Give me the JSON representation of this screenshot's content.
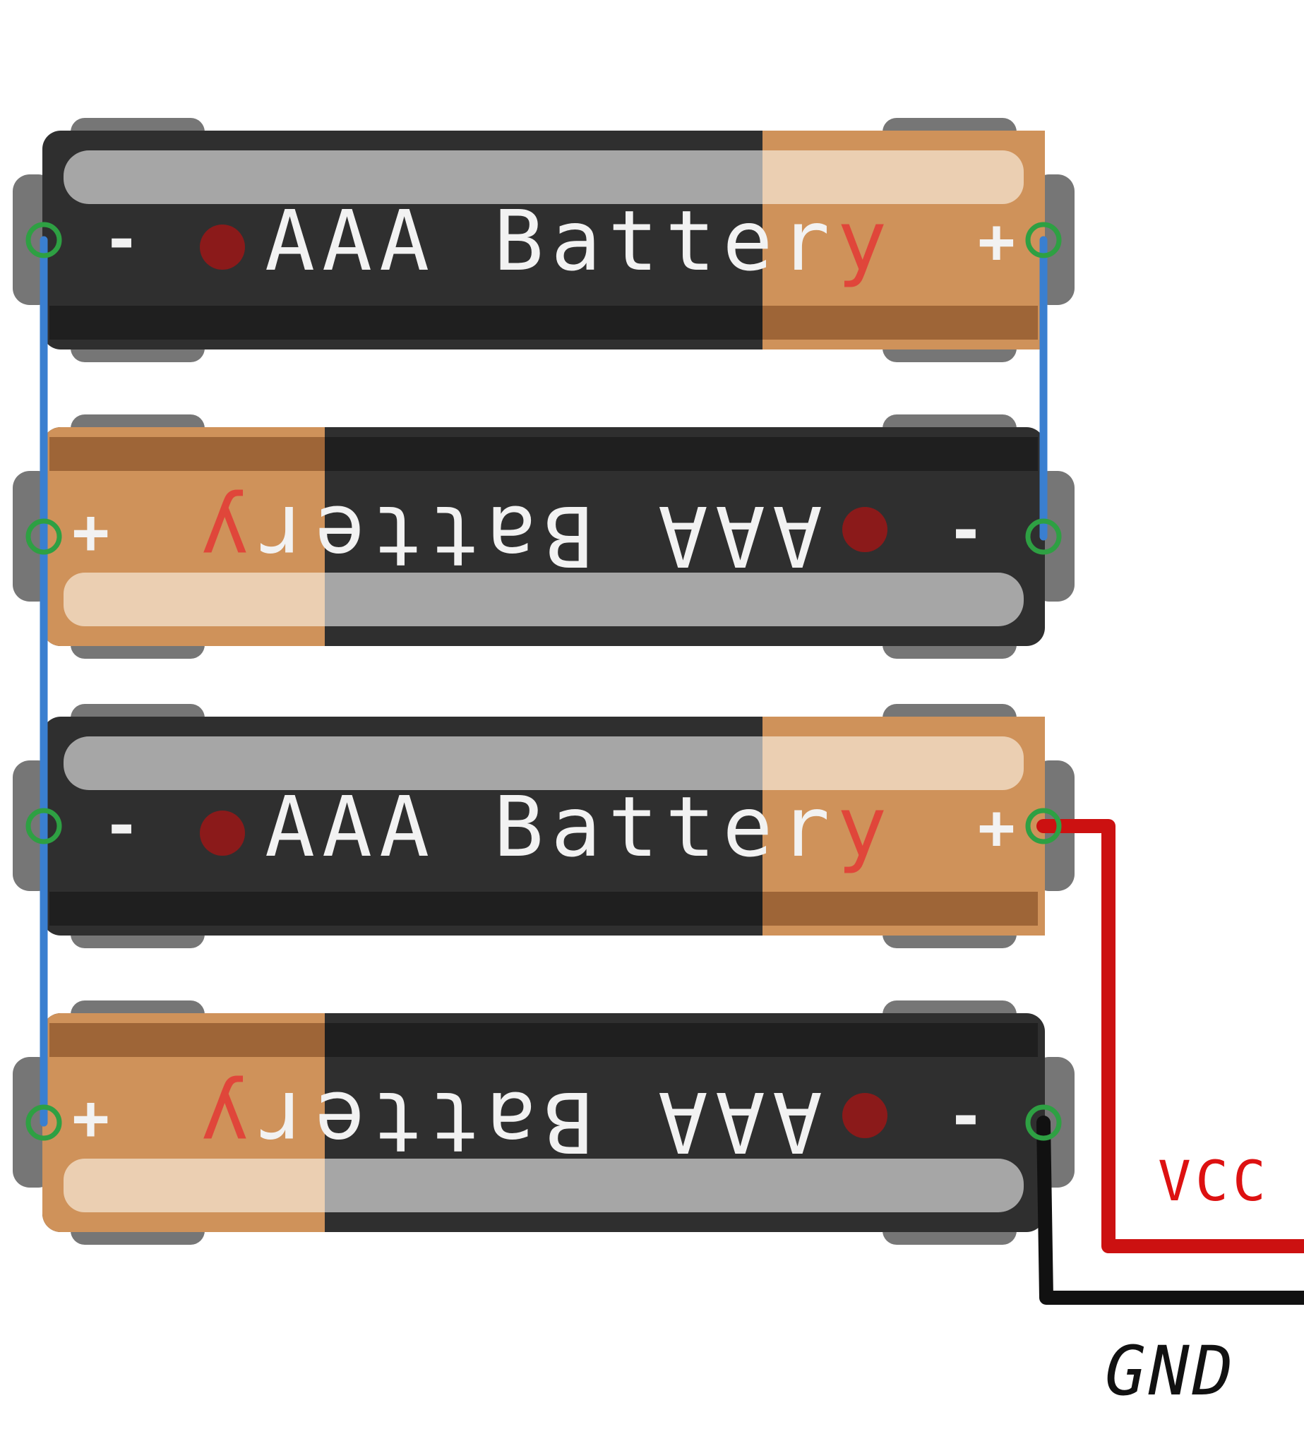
{
  "diagram": {
    "colors": {
      "background": "#ffffff",
      "battery_black": "#2f2f2f",
      "battery_black_dark": "#1f1f1f",
      "battery_copper": "#cf925a",
      "battery_copper_light": "#ebcfb2",
      "battery_copper_dark": "#9e6537",
      "battery_gray_band": "#a6a6a6",
      "terminal_gray": "#767676",
      "label_text": "#f2f2f2",
      "label_text_on_copper": "#e0463a",
      "polarity_dot": "#8b1a1a",
      "pin_green": "#2ea043",
      "wire_series": "#3a7fd0",
      "wire_vcc": "#cc1111",
      "wire_gnd": "#111111",
      "vcc_label": "#dd1111",
      "gnd_label": "#111111"
    },
    "batteries": [
      {
        "id": "battery-1",
        "orientation": "normal",
        "label": "AAA Battery",
        "label_main": "AAA Batter",
        "label_end": "y",
        "minus": "-",
        "plus": "+"
      },
      {
        "id": "battery-2",
        "orientation": "flipped",
        "label": "AAA Battery",
        "label_main": "AAA Batter",
        "label_end": "y",
        "minus": "-",
        "plus": "+"
      },
      {
        "id": "battery-3",
        "orientation": "normal",
        "label": "AAA Battery",
        "label_main": "AAA Batter",
        "label_end": "y",
        "minus": "-",
        "plus": "+"
      },
      {
        "id": "battery-4",
        "orientation": "flipped",
        "label": "AAA Battery",
        "label_main": "AAA Batter",
        "label_end": "y",
        "minus": "-",
        "plus": "+"
      }
    ],
    "wires": [
      {
        "id": "series-left",
        "color": "wire_series"
      },
      {
        "id": "series-right",
        "color": "wire_series"
      },
      {
        "id": "vcc",
        "color": "wire_vcc"
      },
      {
        "id": "gnd",
        "color": "wire_gnd"
      }
    ],
    "labels": {
      "vcc": "VCC",
      "gnd": "GND"
    }
  }
}
